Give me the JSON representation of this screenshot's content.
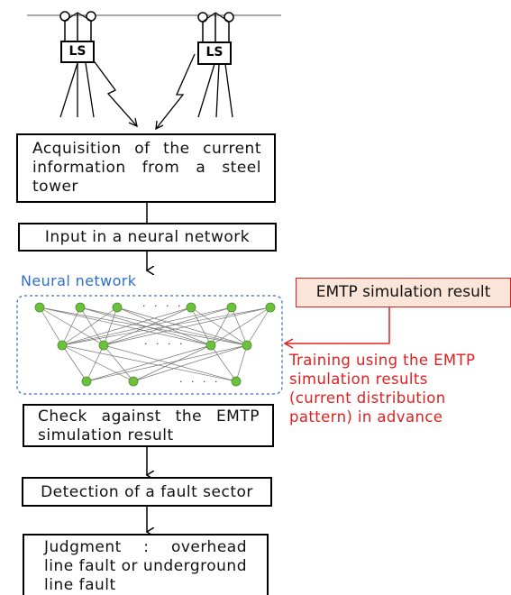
{
  "towers": [
    {
      "label": "LS"
    },
    {
      "label": "LS"
    }
  ],
  "steps": {
    "acquisition": "Acquisition of the current information from a steel tower",
    "input": "Input in a neural network",
    "check": "Check against the EMTP simulation result",
    "detection": "Detection of a fault sector",
    "judgment": "Judgment : overhead line fault or underground line fault"
  },
  "neural_network": {
    "title": "Neural network",
    "ellipsis": "· · · ·"
  },
  "emtp": {
    "box_label": "EMTP simulation result",
    "training_note_lines": [
      "Training using the EMTP",
      "simulation results",
      "(current distribution",
      "pattern) in advance"
    ]
  },
  "colors": {
    "node_green": "#6cc13c",
    "nn_border_blue": "#3a6fc4",
    "training_red": "#e02020",
    "emtp_fill": "#fbe4d8"
  }
}
